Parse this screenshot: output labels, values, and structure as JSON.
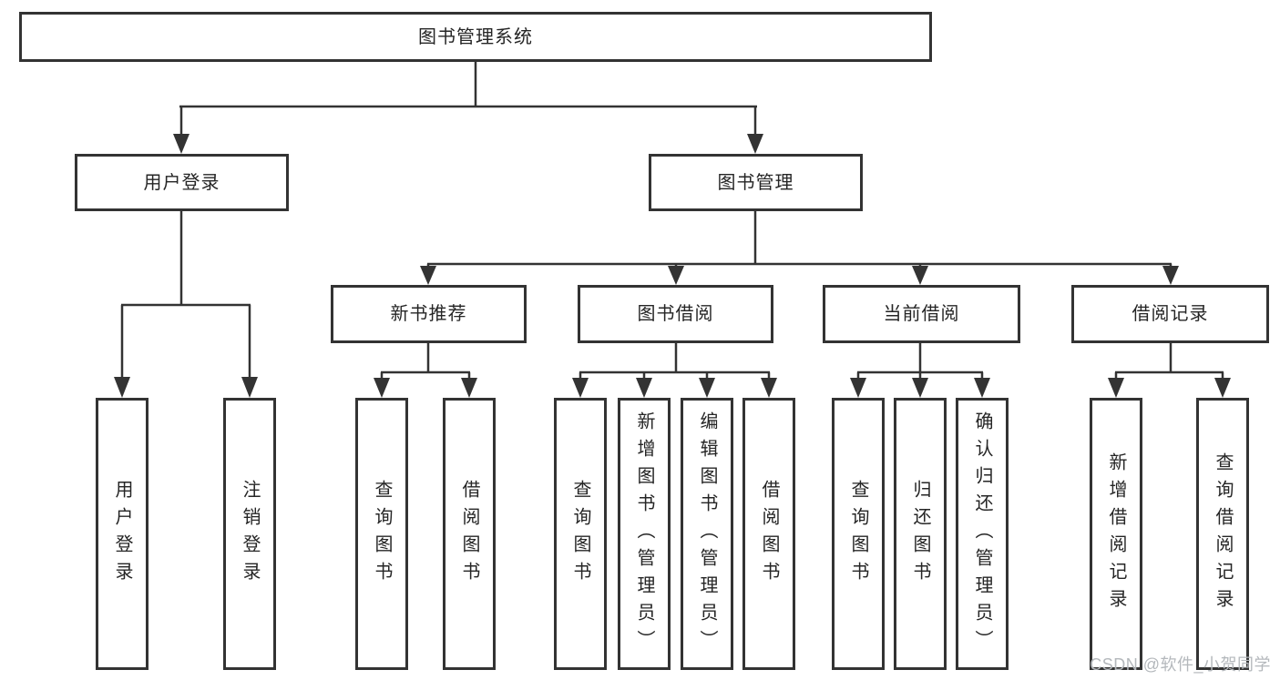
{
  "diagram": {
    "root": {
      "label": "图书管理系统",
      "children": [
        {
          "label": "用户登录",
          "children": [
            {
              "label": "用户登录"
            },
            {
              "label": "注销登录"
            }
          ]
        },
        {
          "label": "图书管理",
          "children": [
            {
              "label": "新书推荐",
              "children": [
                {
                  "label": "查询图书"
                },
                {
                  "label": "借阅图书"
                }
              ]
            },
            {
              "label": "图书借阅",
              "children": [
                {
                  "label": "查询图书"
                },
                {
                  "label": "新增图书（管理员）"
                },
                {
                  "label": "编辑图书（管理员）"
                },
                {
                  "label": "借阅图书"
                }
              ]
            },
            {
              "label": "当前借阅",
              "children": [
                {
                  "label": "查询图书"
                },
                {
                  "label": "归还图书"
                },
                {
                  "label": "确认归还（管理员）"
                }
              ]
            },
            {
              "label": "借阅记录",
              "children": [
                {
                  "label": "新增借阅记录"
                },
                {
                  "label": "查询借阅记录"
                }
              ]
            }
          ]
        }
      ]
    }
  },
  "watermark": {
    "text": "CSDN @软件_小贺同学"
  },
  "colors": {
    "line": "#333333",
    "border": "#333333",
    "text": "#252525",
    "background": "#ffffff",
    "watermark": "#b4b8bc"
  }
}
